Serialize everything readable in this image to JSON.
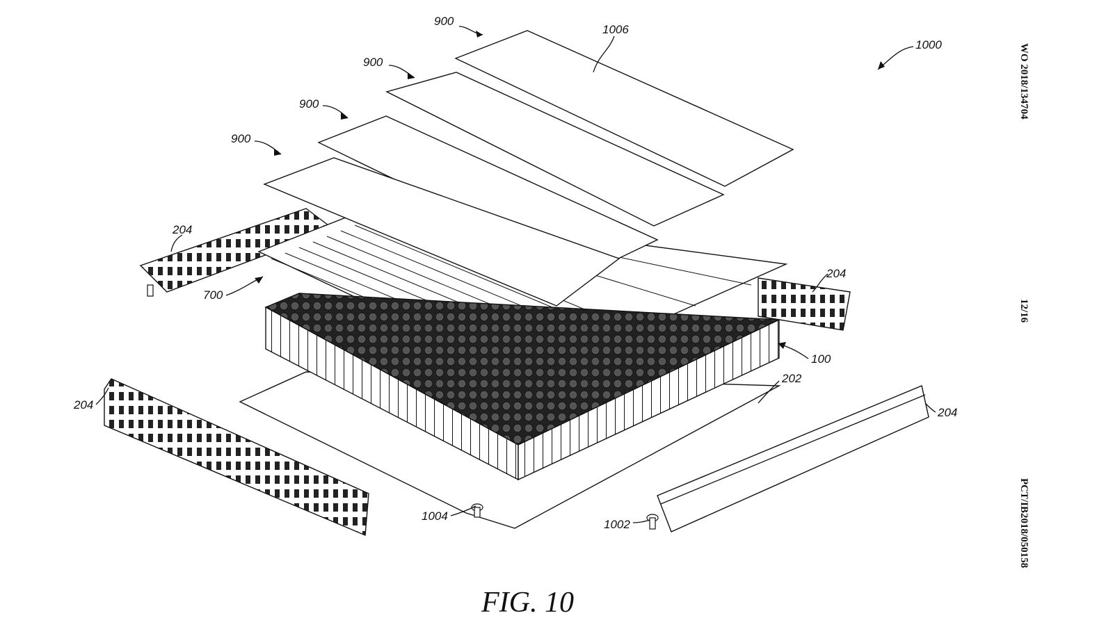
{
  "sheet": {
    "publication_number": "WO 2018/134704",
    "sheet_number": "12/16",
    "application_number": "PCT/IB2018/050158",
    "figure_label": "FIG. 10"
  },
  "reference_numerals": {
    "assembly": "1000",
    "top_cover": "1006",
    "plates": [
      "900",
      "900",
      "900",
      "900"
    ],
    "interconnect": "700",
    "cell_array": "100",
    "base_plate": "202",
    "side_rails": [
      "204",
      "204",
      "204",
      "204"
    ],
    "fastener_left": "1004",
    "fastener_right": "1002"
  }
}
